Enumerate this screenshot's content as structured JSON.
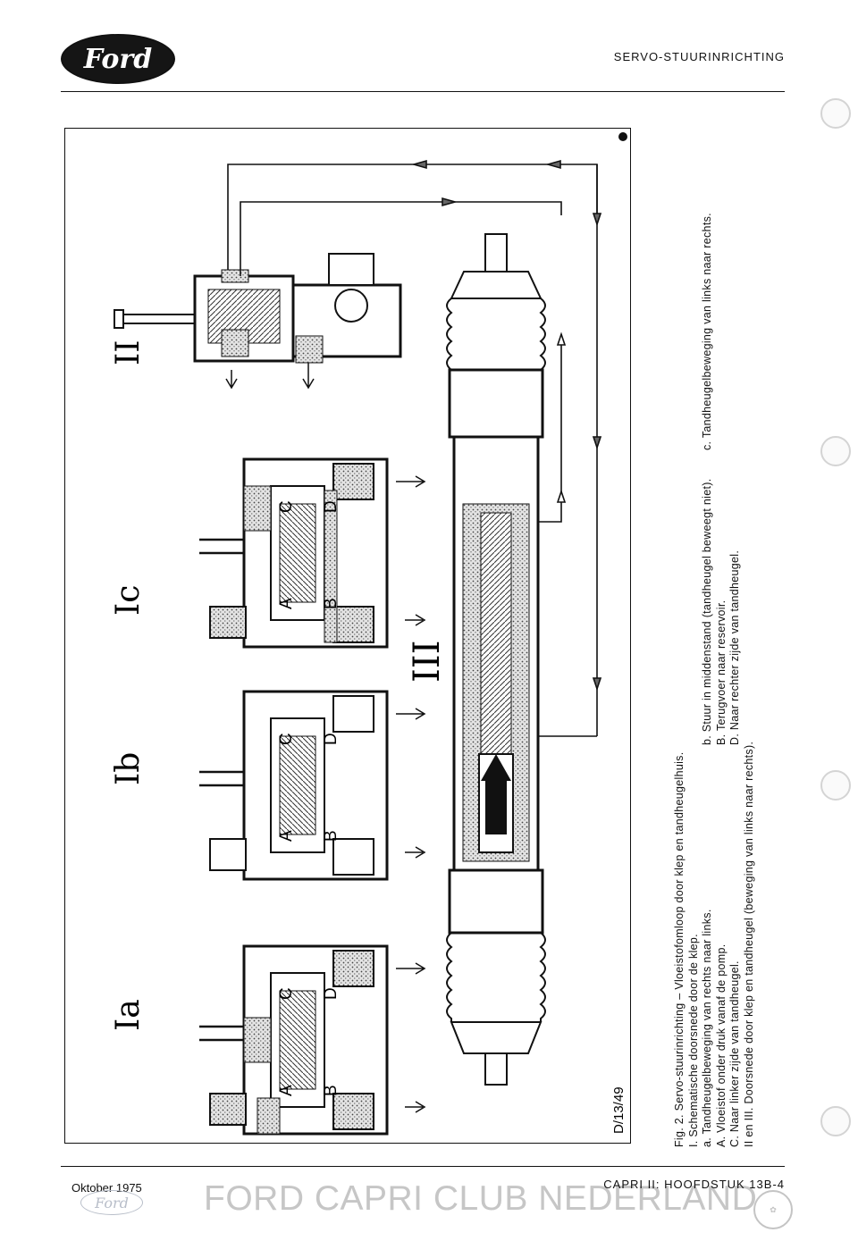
{
  "header": {
    "logo_text": "Ford",
    "title": "SERVO-STUURINRICHTING"
  },
  "figure": {
    "code": "D/13/49",
    "roman_labels": {
      "la": "Ia",
      "lb": "Ib",
      "lc": "Ic",
      "ll": "II",
      "lll": "III"
    },
    "port_labels": [
      "A",
      "B",
      "C",
      "D"
    ]
  },
  "caption": {
    "title": "Fig. 2. Servo-stuurinrichting – Vloeistofomloop door klep en tandheugelhuis.",
    "line_i": "I. Schematische doorsnede door de klep.",
    "line_a": "a. Tandheugelbeweging van rechts naar links.",
    "line_b": "b. Stuur in middenstand (tandheugel beweegt niet).",
    "line_c": "c. Tandheugelbeweging van links naar rechts.",
    "line_A": "A. Vloeistof onder druk vanaf de pomp.",
    "line_B": "B. Terugvoer naar reservoir.",
    "line_C": "C. Naar linker zijde van tandheugel.",
    "line_D": "D. Naar rechter zijde van tandheugel.",
    "line_ii": "II en III. Doorsnede door klep en tandheugel (beweging van links naar rechts)."
  },
  "footer": {
    "date": "Oktober 1975",
    "logo_text": "Ford",
    "watermark": "FORD CAPRI CLUB NEDERLAND",
    "page_ref": "CAPRI II: HOOFDSTUK 13B-4"
  }
}
